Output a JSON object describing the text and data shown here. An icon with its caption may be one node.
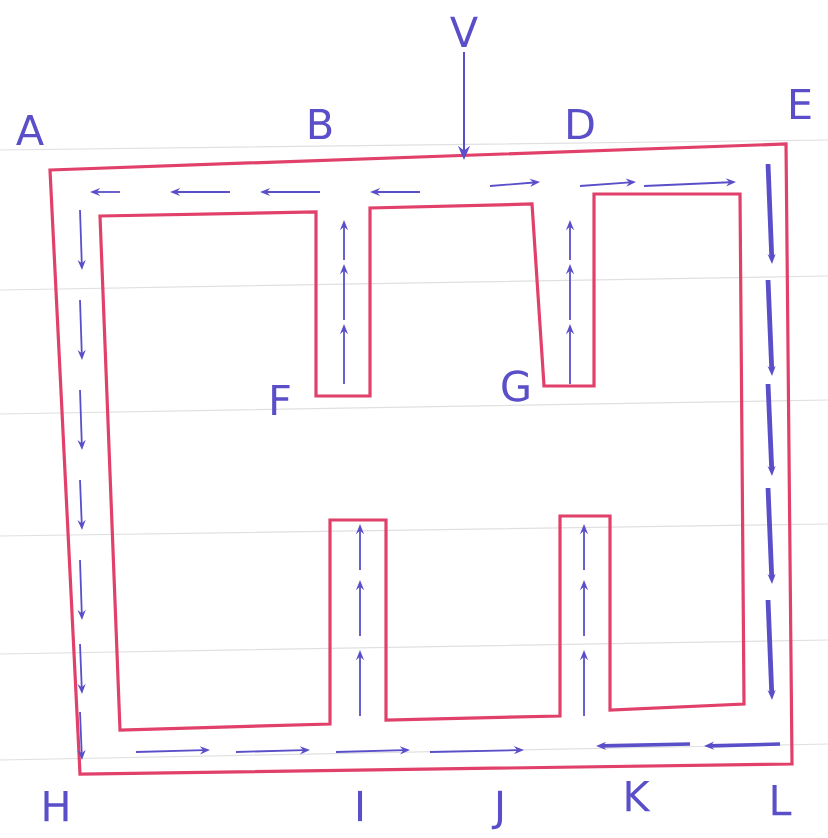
{
  "diagram": {
    "labels": [
      "V",
      "A",
      "B",
      "D",
      "E",
      "F",
      "G",
      "H",
      "I",
      "J",
      "K",
      "L"
    ]
  }
}
